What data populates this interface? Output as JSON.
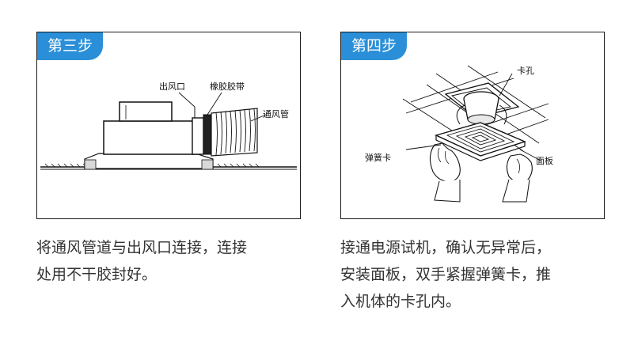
{
  "step3": {
    "tab": "第三步",
    "labels": {
      "outlet": "出风口",
      "rubber_band": "橡胶胶带",
      "duct": "通风管"
    },
    "caption_line1": "将通风管道与出风口连接，连接",
    "caption_line2": "处用不干胶封好。"
  },
  "step4": {
    "tab": "第四步",
    "labels": {
      "clip_hole": "卡孔",
      "spring_clip": "弹簧卡",
      "panel": "面板"
    },
    "caption_line1": "接通电源试机，确认无异常后，",
    "caption_line2": "安装面板，双手紧握弹簧卡，推",
    "caption_line3": "入机体的卡孔内。"
  },
  "colors": {
    "accent": "#2a8fd8",
    "caption_text": "#333333"
  }
}
